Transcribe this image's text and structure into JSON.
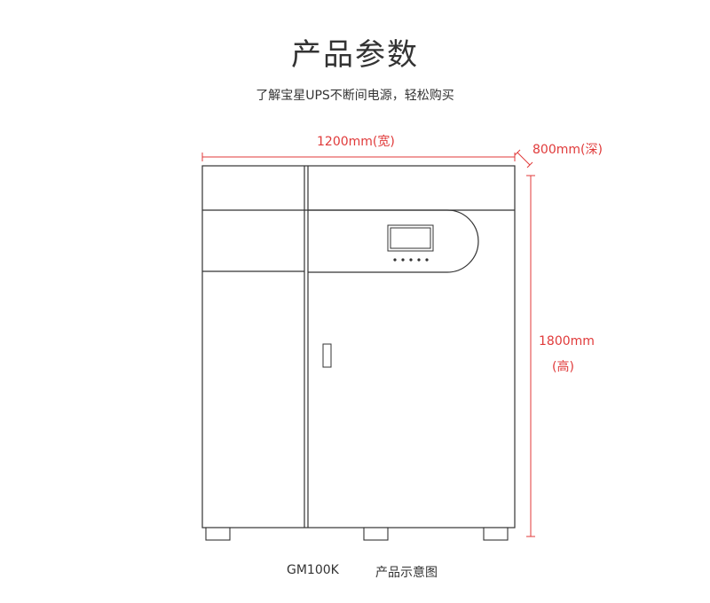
{
  "header": {
    "title": "产品参数",
    "subtitle": "了解宝星UPS不断间电源，轻松购买"
  },
  "dimensions": {
    "width_label": "1200mm(宽)",
    "depth_label": "800mm(深)",
    "height_label": "1800mm",
    "height_sub_label": "(高)"
  },
  "caption": {
    "model": "GM100K",
    "description": "产品示意图"
  },
  "colors": {
    "dimension_red": "#e03a3a",
    "outline": "#333333",
    "text": "#333333"
  }
}
